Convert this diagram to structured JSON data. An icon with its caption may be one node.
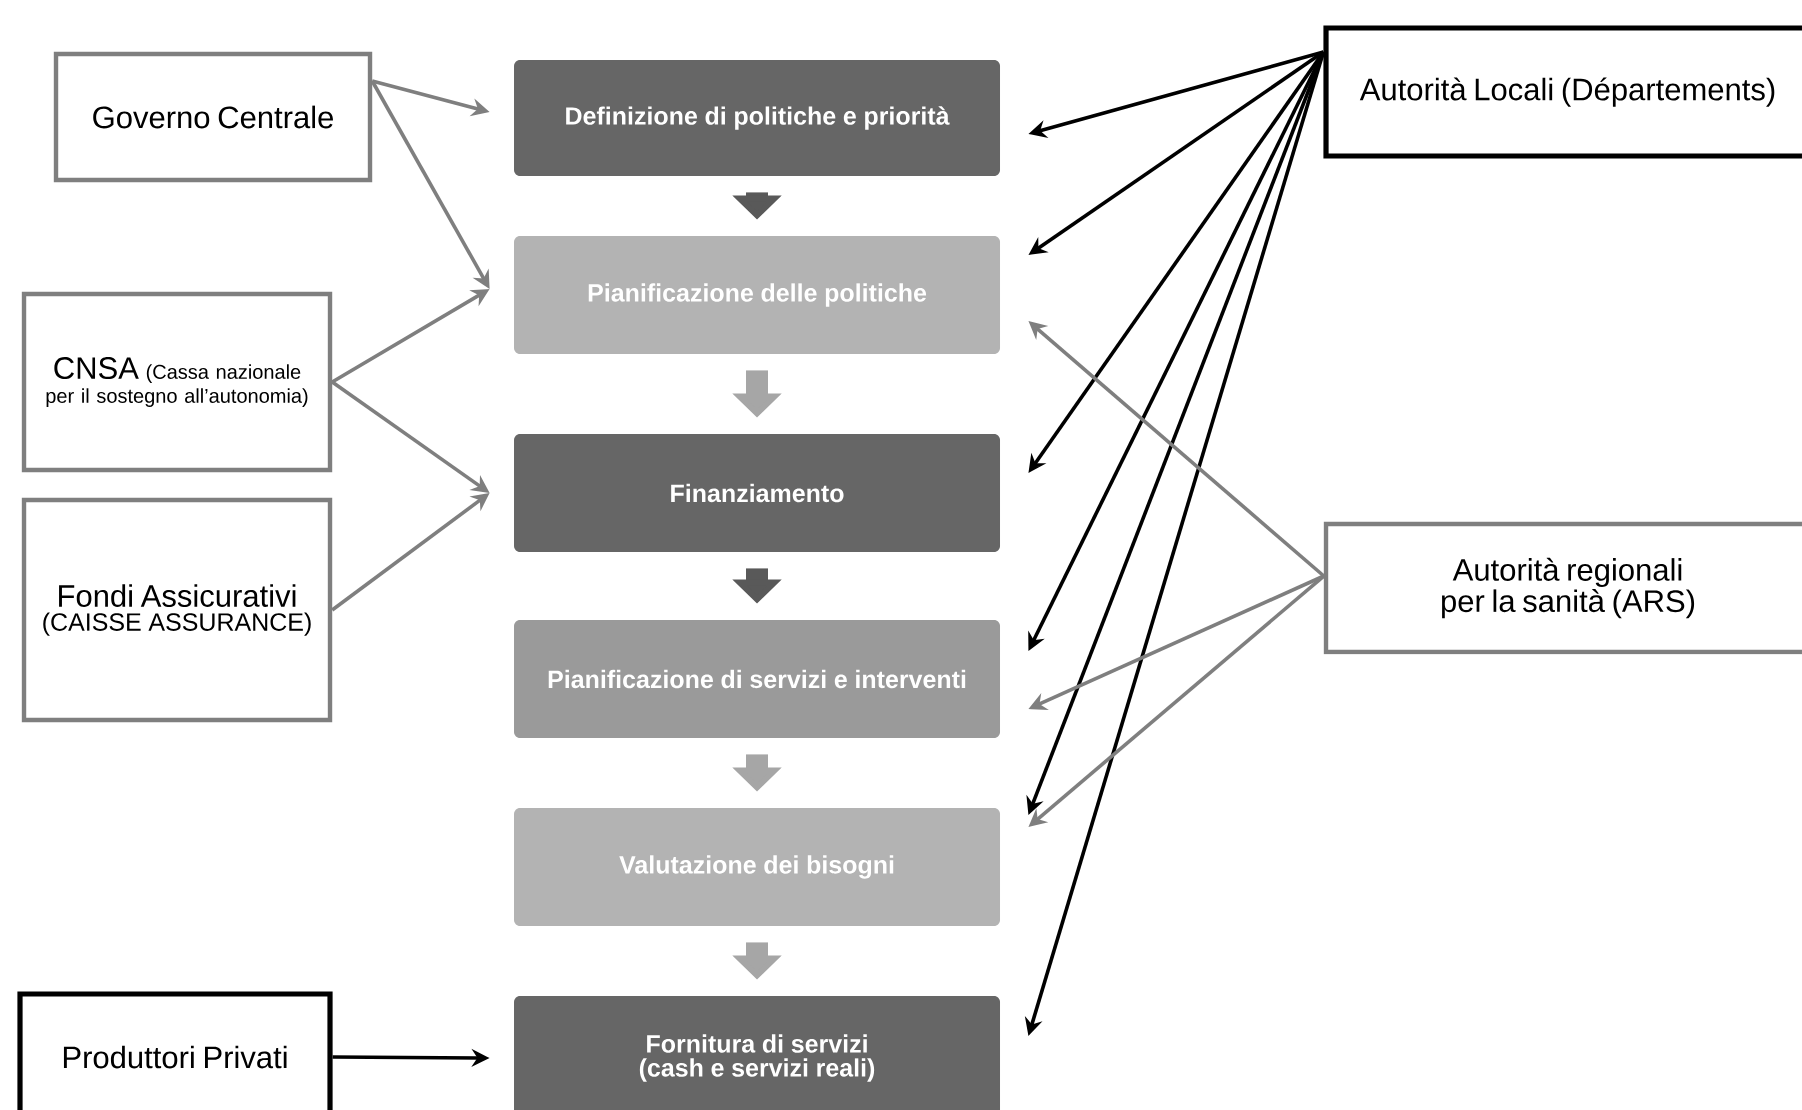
{
  "diagram": {
    "nodes": [
      {
        "text": [
          "Governo Centrale"
        ]
      },
      {
        "text": [
          "CNSA",
          "(Cassa nazionale per il sostegno all’autonomia)"
        ]
      },
      {
        "text": [
          "Fondi Assicurativi",
          "(CAISSE ASSURANCE)"
        ]
      },
      {
        "text": [
          "Produttori Privati"
        ]
      },
      {
        "text": [
          "Definizione di politiche e priorità"
        ]
      },
      {
        "text": [
          "Pianificazione delle politiche"
        ]
      },
      {
        "text": [
          "Finanziamento"
        ]
      },
      {
        "text": [
          "Pianificazione di servizi e interventi"
        ]
      },
      {
        "text": [
          "Valutazione dei bisogni"
        ]
      },
      {
        "text": [
          "Fornitura di servizi (cash e servizi reali)"
        ]
      },
      {
        "text": [
          "Autorità Locali (Départements)"
        ]
      },
      {
        "text": [
          "Autorità regionali per la sanità (ARS)"
        ]
      }
    ],
    "edges": [
      {
        "from": 0,
        "to": 4,
        "arrow": "to"
      },
      {
        "from": 0,
        "to": 5,
        "arrow": "to"
      },
      {
        "from": 1,
        "to": 5,
        "arrow": "to"
      },
      {
        "from": 1,
        "to": 6,
        "arrow": "to"
      },
      {
        "from": 2,
        "to": 6,
        "arrow": "to"
      },
      {
        "from": 3,
        "to": 9,
        "arrow": "to",
        "color": "#000000"
      },
      {
        "from": 4,
        "to": 5,
        "arrow": "to",
        "style": "thick",
        "color": "#595959"
      },
      {
        "from": 5,
        "to": 6,
        "arrow": "to",
        "style": "thick",
        "color": "#a6a6a6"
      },
      {
        "from": 6,
        "to": 7,
        "arrow": "to",
        "style": "thick",
        "color": "#595959"
      },
      {
        "from": 7,
        "to": 8,
        "arrow": "to",
        "style": "thick",
        "color": "#a6a6a6"
      },
      {
        "from": 8,
        "to": 9,
        "arrow": "to",
        "style": "thick",
        "color": "#a6a6a6"
      },
      {
        "from": 10,
        "to": 4,
        "arrow": "to",
        "color": "#000000"
      },
      {
        "from": 10,
        "to": 5,
        "arrow": "to",
        "color": "#000000"
      },
      {
        "from": 10,
        "to": 6,
        "arrow": "to",
        "color": "#000000"
      },
      {
        "from": 10,
        "to": 7,
        "arrow": "to",
        "color": "#000000"
      },
      {
        "from": 10,
        "to": 8,
        "arrow": "to",
        "color": "#000000"
      },
      {
        "from": 10,
        "to": 9,
        "arrow": "to",
        "color": "#000000"
      },
      {
        "from": 11,
        "to": 5,
        "arrow": "to"
      },
      {
        "from": 11,
        "to": 7,
        "arrow": "to"
      },
      {
        "from": 11,
        "to": 8,
        "arrow": "to"
      }
    ]
  }
}
